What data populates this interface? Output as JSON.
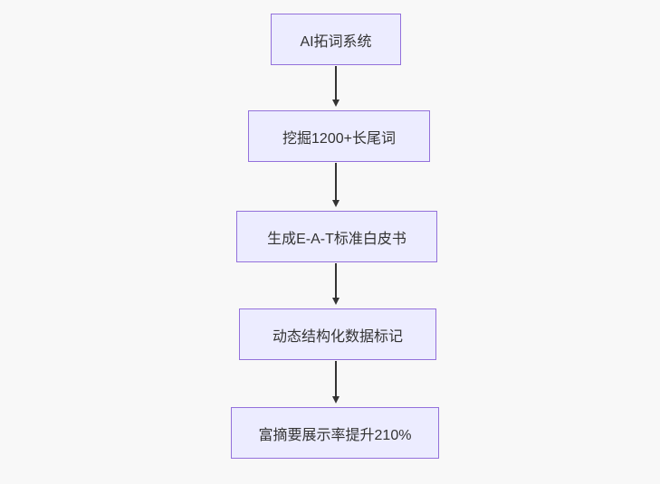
{
  "diagram": {
    "type": "flowchart",
    "direction": "top-down",
    "nodes": [
      {
        "label": "AI拓词系统"
      },
      {
        "label": "挖掘1200+长尾词"
      },
      {
        "label": "生成E-A-T标准白皮书"
      },
      {
        "label": "动态结构化数据标记"
      },
      {
        "label": "富摘要展示率提升210%"
      }
    ],
    "edges": [
      {
        "from": "AI拓词系统",
        "to": "挖掘1200+长尾词"
      },
      {
        "from": "挖掘1200+长尾词",
        "to": "生成E-A-T标准白皮书"
      },
      {
        "from": "生成E-A-T标准白皮书",
        "to": "动态结构化数据标记"
      },
      {
        "from": "动态结构化数据标记",
        "to": "富摘要展示率提升210%"
      }
    ],
    "colors": {
      "background": "#f8f8f8",
      "node_fill": "#ECECFF",
      "node_border": "#9370DB",
      "node_text": "#333333",
      "arrow": "#333333"
    }
  }
}
